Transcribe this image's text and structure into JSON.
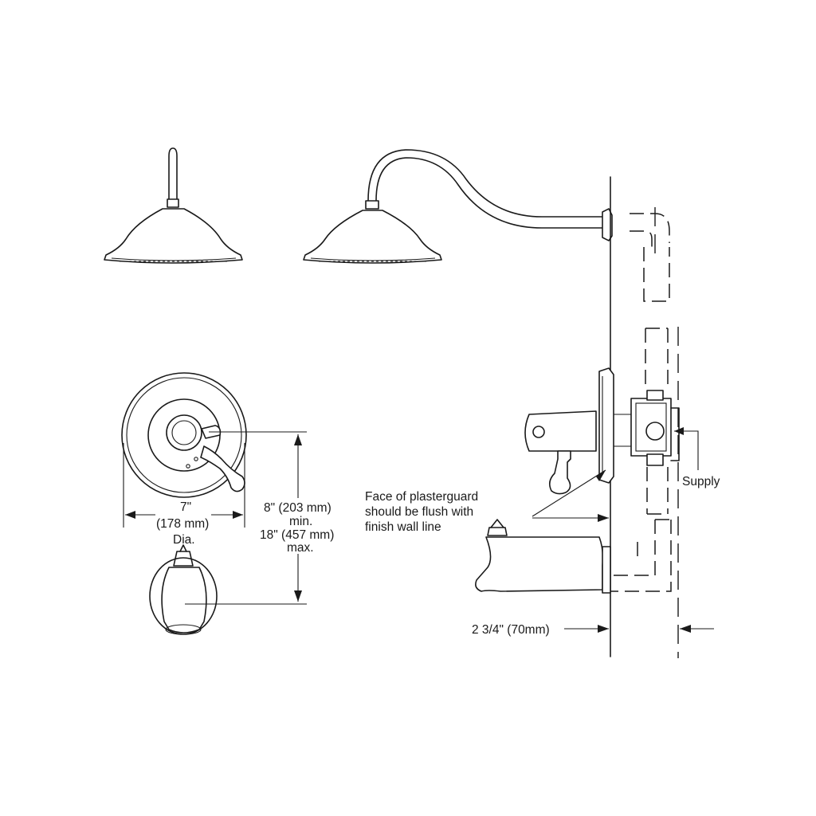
{
  "labels": {
    "diameter_inches": "7\"",
    "diameter_mm": "(178 mm)",
    "diameter_suffix": "Dia.",
    "min_height": "8\" (203 mm)",
    "min_word": "min.",
    "max_height": "18\" (457 mm)",
    "max_word": "max.",
    "plasterguard_line1": "Face of plasterguard",
    "plasterguard_line2": "should be flush with",
    "plasterguard_line3": "finish wall line",
    "supply": "Supply",
    "wall_depth": "2 3/4\" (70mm)"
  }
}
